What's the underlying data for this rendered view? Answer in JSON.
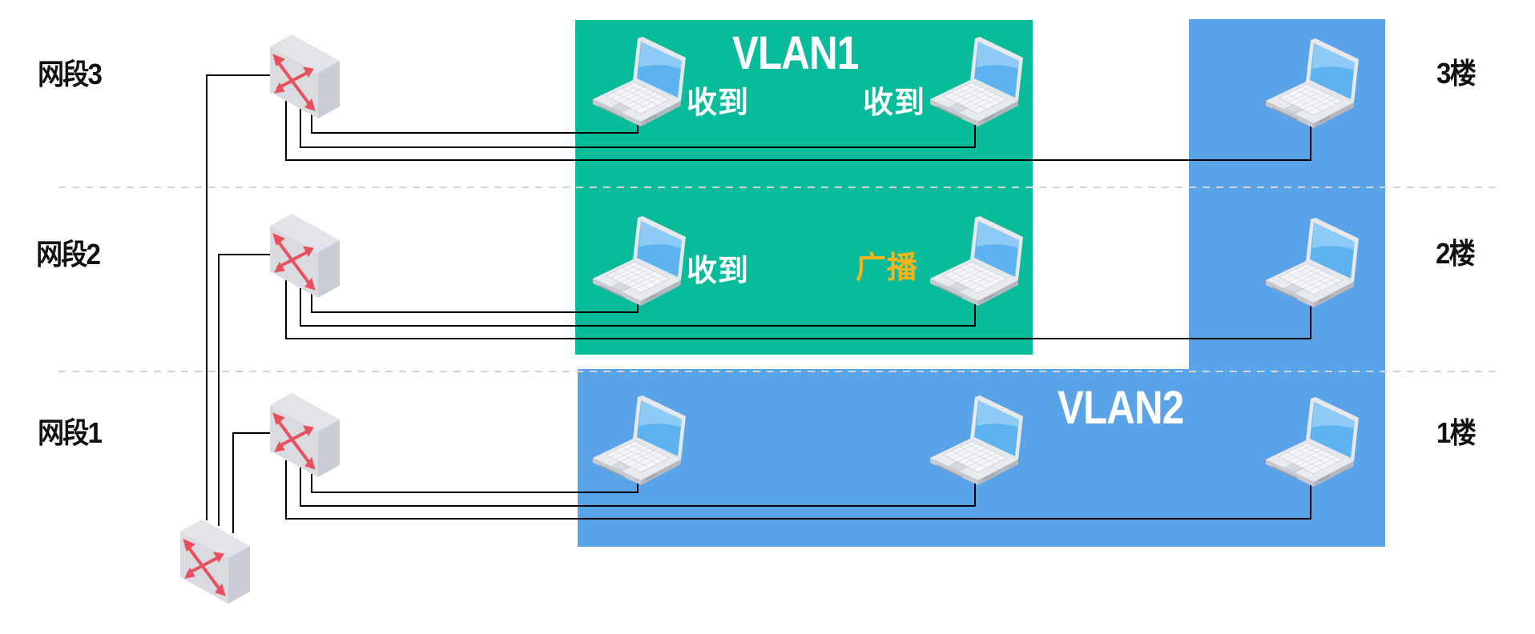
{
  "diagram": {
    "title": "VLAN broadcast domain across floors",
    "colors": {
      "vlan1": "#08BB9A",
      "vlan2": "#5BA3E9",
      "wire": "#000000",
      "divider": "#d4d4d4",
      "received_text": "#ffffff",
      "broadcast_text": "#F5B51A",
      "switch_arrow": "#E8505E"
    },
    "segments": [
      {
        "id": "seg3",
        "label": "网段3",
        "floor_label": "3楼"
      },
      {
        "id": "seg2",
        "label": "网段2",
        "floor_label": "2楼"
      },
      {
        "id": "seg1",
        "label": "网段1",
        "floor_label": "1楼"
      }
    ],
    "vlans": [
      {
        "id": "vlan1",
        "label": "VLAN1"
      },
      {
        "id": "vlan2",
        "label": "VLAN2"
      }
    ],
    "hosts": [
      {
        "row": "seg3",
        "column": 1,
        "vlan": "vlan1",
        "status": "收到",
        "status_type": "received"
      },
      {
        "row": "seg3",
        "column": 2,
        "vlan": "vlan1",
        "status": "收到",
        "status_type": "received"
      },
      {
        "row": "seg3",
        "column": 3,
        "vlan": "vlan2",
        "status": "",
        "status_type": "none"
      },
      {
        "row": "seg2",
        "column": 1,
        "vlan": "vlan1",
        "status": "收到",
        "status_type": "received"
      },
      {
        "row": "seg2",
        "column": 2,
        "vlan": "vlan1",
        "status": "广播",
        "status_type": "broadcast"
      },
      {
        "row": "seg2",
        "column": 3,
        "vlan": "vlan2",
        "status": "",
        "status_type": "none"
      },
      {
        "row": "seg1",
        "column": 1,
        "vlan": "vlan2",
        "status": "",
        "status_type": "none"
      },
      {
        "row": "seg1",
        "column": 2,
        "vlan": "vlan2",
        "status": "",
        "status_type": "none"
      },
      {
        "row": "seg1",
        "column": 3,
        "vlan": "vlan2",
        "status": "",
        "status_type": "none"
      }
    ],
    "switches": [
      {
        "id": "switch-seg3",
        "role": "access",
        "segment": "seg3"
      },
      {
        "id": "switch-seg2",
        "role": "access",
        "segment": "seg2"
      },
      {
        "id": "switch-seg1",
        "role": "access",
        "segment": "seg1"
      },
      {
        "id": "switch-core",
        "role": "core"
      }
    ],
    "labels": {
      "seg3": "网段3",
      "seg2": "网段2",
      "seg1": "网段1",
      "floor3": "3楼",
      "floor2": "2楼",
      "floor1": "1楼",
      "vlan1": "VLAN1",
      "vlan2": "VLAN2",
      "r3c1": "收到",
      "r3c2": "收到",
      "r2c1": "收到",
      "r2c2": "广播"
    }
  }
}
